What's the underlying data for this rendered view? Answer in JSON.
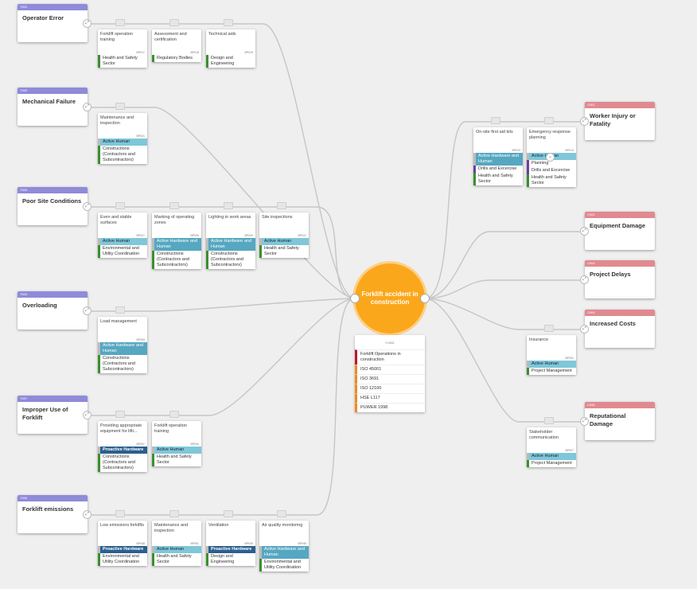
{
  "top_event": {
    "label": "Forklift accident in construction"
  },
  "hazard": {
    "code": "H.0001",
    "items": [
      "Forklift Operations in construction",
      "ISO 45001",
      "ISO 3691",
      "ISO 12100",
      "HSE L117",
      "PUWER 1998"
    ]
  },
  "threats": [
    {
      "tag": "T001",
      "title": "Operator Error",
      "barriers": [
        {
          "desc": "Forklift operation training",
          "code": "BP017",
          "rows": [
            {
              "text": "Health and Safety Sector",
              "style": "o-green"
            }
          ]
        },
        {
          "desc": "Assessment and certification",
          "code": "BP018",
          "rows": [
            {
              "text": "Regulatory Bodies",
              "style": "o-green"
            }
          ]
        },
        {
          "desc": "Technical aids",
          "code": "BP019",
          "rows": [
            {
              "text": "Design and Engineering",
              "style": "o-green"
            }
          ]
        }
      ]
    },
    {
      "tag": "T002",
      "title": "Mechanical Failure",
      "barriers": [
        {
          "desc": "Maintenance and inspection",
          "code": "BP021",
          "rows": [
            {
              "text": "Active Human",
              "style": "t-ah"
            },
            {
              "text": "Constructions (Contractors and Subcontractors)",
              "style": "o-green"
            }
          ]
        }
      ]
    },
    {
      "tag": "T003",
      "title": "Poor Site Conditions",
      "barriers": [
        {
          "desc": "Even and stable surfaces",
          "code": "BP027",
          "rows": [
            {
              "text": "Active Human",
              "style": "t-ah"
            },
            {
              "text": "Environmental and Utility Coordination",
              "style": "o-green"
            }
          ]
        },
        {
          "desc": "Marking of operating zones",
          "code": "BP026",
          "rows": [
            {
              "text": "Active Hardware and Human",
              "style": "t-ahh"
            },
            {
              "text": "Constructions (Contractors and Subcontractors)",
              "style": "o-green"
            }
          ]
        },
        {
          "desc": "Lighting in work areas",
          "code": "BP029",
          "rows": [
            {
              "text": "Active Hardware and Human",
              "style": "t-ahh"
            },
            {
              "text": "Constructions (Contractors and Subcontractors)",
              "style": "o-green"
            }
          ]
        },
        {
          "desc": "Site inspections",
          "code": "BP047",
          "rows": [
            {
              "text": "Active Human",
              "style": "t-ah"
            },
            {
              "text": "Health and Safety Sector",
              "style": "o-green"
            }
          ]
        }
      ]
    },
    {
      "tag": "T004",
      "title": "Overloading",
      "barriers": [
        {
          "desc": "Load management",
          "code": "BP053",
          "rows": [
            {
              "text": "Active Hardware and Human",
              "style": "t-ahh"
            },
            {
              "text": "Constructions (Contractors and Subcontractors)",
              "style": "o-green"
            }
          ]
        }
      ]
    },
    {
      "tag": "T007",
      "title": "Improper Use of Forklift",
      "barriers": [
        {
          "desc": "Providing appropriate equipment for lifti...",
          "code": "BP037",
          "rows": [
            {
              "text": "Proactive Hardware",
              "style": "t-ph"
            },
            {
              "text": "Constructions (Contractors and Subcontractors)",
              "style": "o-green"
            }
          ]
        },
        {
          "desc": "Forklift operation training",
          "code": "BP044",
          "rows": [
            {
              "text": "Active Human",
              "style": "t-ah"
            },
            {
              "text": "Health and Safety Sector",
              "style": "o-green"
            }
          ]
        }
      ]
    },
    {
      "tag": "T006",
      "title": "Forklift emissions",
      "barriers": [
        {
          "desc": "Low emissions forklifts",
          "code": "BP048",
          "rows": [
            {
              "text": "Proactive Hardware",
              "style": "t-ph"
            },
            {
              "text": "Environmental and Utility Coordination",
              "style": "o-green"
            }
          ]
        },
        {
          "desc": "Maintenance and inspection",
          "code": "BP051",
          "rows": [
            {
              "text": "Active Human",
              "style": "t-ah"
            },
            {
              "text": "Health and Safety Sector",
              "style": "o-green"
            }
          ]
        },
        {
          "desc": "Ventilation",
          "code": "BP049",
          "rows": [
            {
              "text": "Proactive Hardware",
              "style": "t-ph"
            },
            {
              "text": "Design and Engineering",
              "style": "o-green"
            }
          ]
        },
        {
          "desc": "Air quality monitoring",
          "code": "BP046",
          "rows": [
            {
              "text": "Active Hardware and Human",
              "style": "t-ahh"
            },
            {
              "text": "Environmental and Utility Coordination",
              "style": "o-green"
            }
          ]
        }
      ]
    }
  ],
  "consequences": [
    {
      "tag": "C001",
      "title": "Worker Injury or Fatality",
      "barriers": [
        {
          "desc": "On-site first aid kits",
          "code": "BP013",
          "rows": [
            {
              "text": "Active Hardware and Human",
              "style": "t-ahh"
            },
            {
              "text": "Drills and Excercise",
              "style": "t-dr"
            },
            {
              "text": "Health and Safety Sector",
              "style": "o-green"
            }
          ]
        },
        {
          "desc": "Emergency response planning",
          "code": "BP014",
          "rows": [
            {
              "text": "Active Human",
              "style": "t-ah"
            },
            {
              "text": "Planning",
              "style": "t-pl"
            },
            {
              "text": "Drills and Excercise",
              "style": "t-dr"
            },
            {
              "text": "Health and Safety Sector",
              "style": "o-green"
            }
          ]
        }
      ]
    },
    {
      "tag": "C002",
      "title": "Equipment Damage",
      "barriers": []
    },
    {
      "tag": "C004",
      "title": "Project Delays",
      "barriers": []
    },
    {
      "tag": "C004",
      "title": "Increased Costs",
      "barriers": [
        {
          "desc": "Insurance",
          "code": "BP031",
          "rows": [
            {
              "text": "Active Human",
              "style": "t-ah"
            },
            {
              "text": "Project Management",
              "style": "o-green"
            }
          ]
        }
      ]
    },
    {
      "tag": "C006",
      "title": "Reputational Damage",
      "barriers": [
        {
          "desc": "Stakeholder communication",
          "code": "BP007",
          "rows": [
            {
              "text": "Active Human",
              "style": "t-ah"
            },
            {
              "text": "Project Management",
              "style": "o-green"
            }
          ]
        }
      ]
    }
  ],
  "icons": {
    "expand": "expand-arrows-icon",
    "chevron": "chevron-down-icon"
  }
}
